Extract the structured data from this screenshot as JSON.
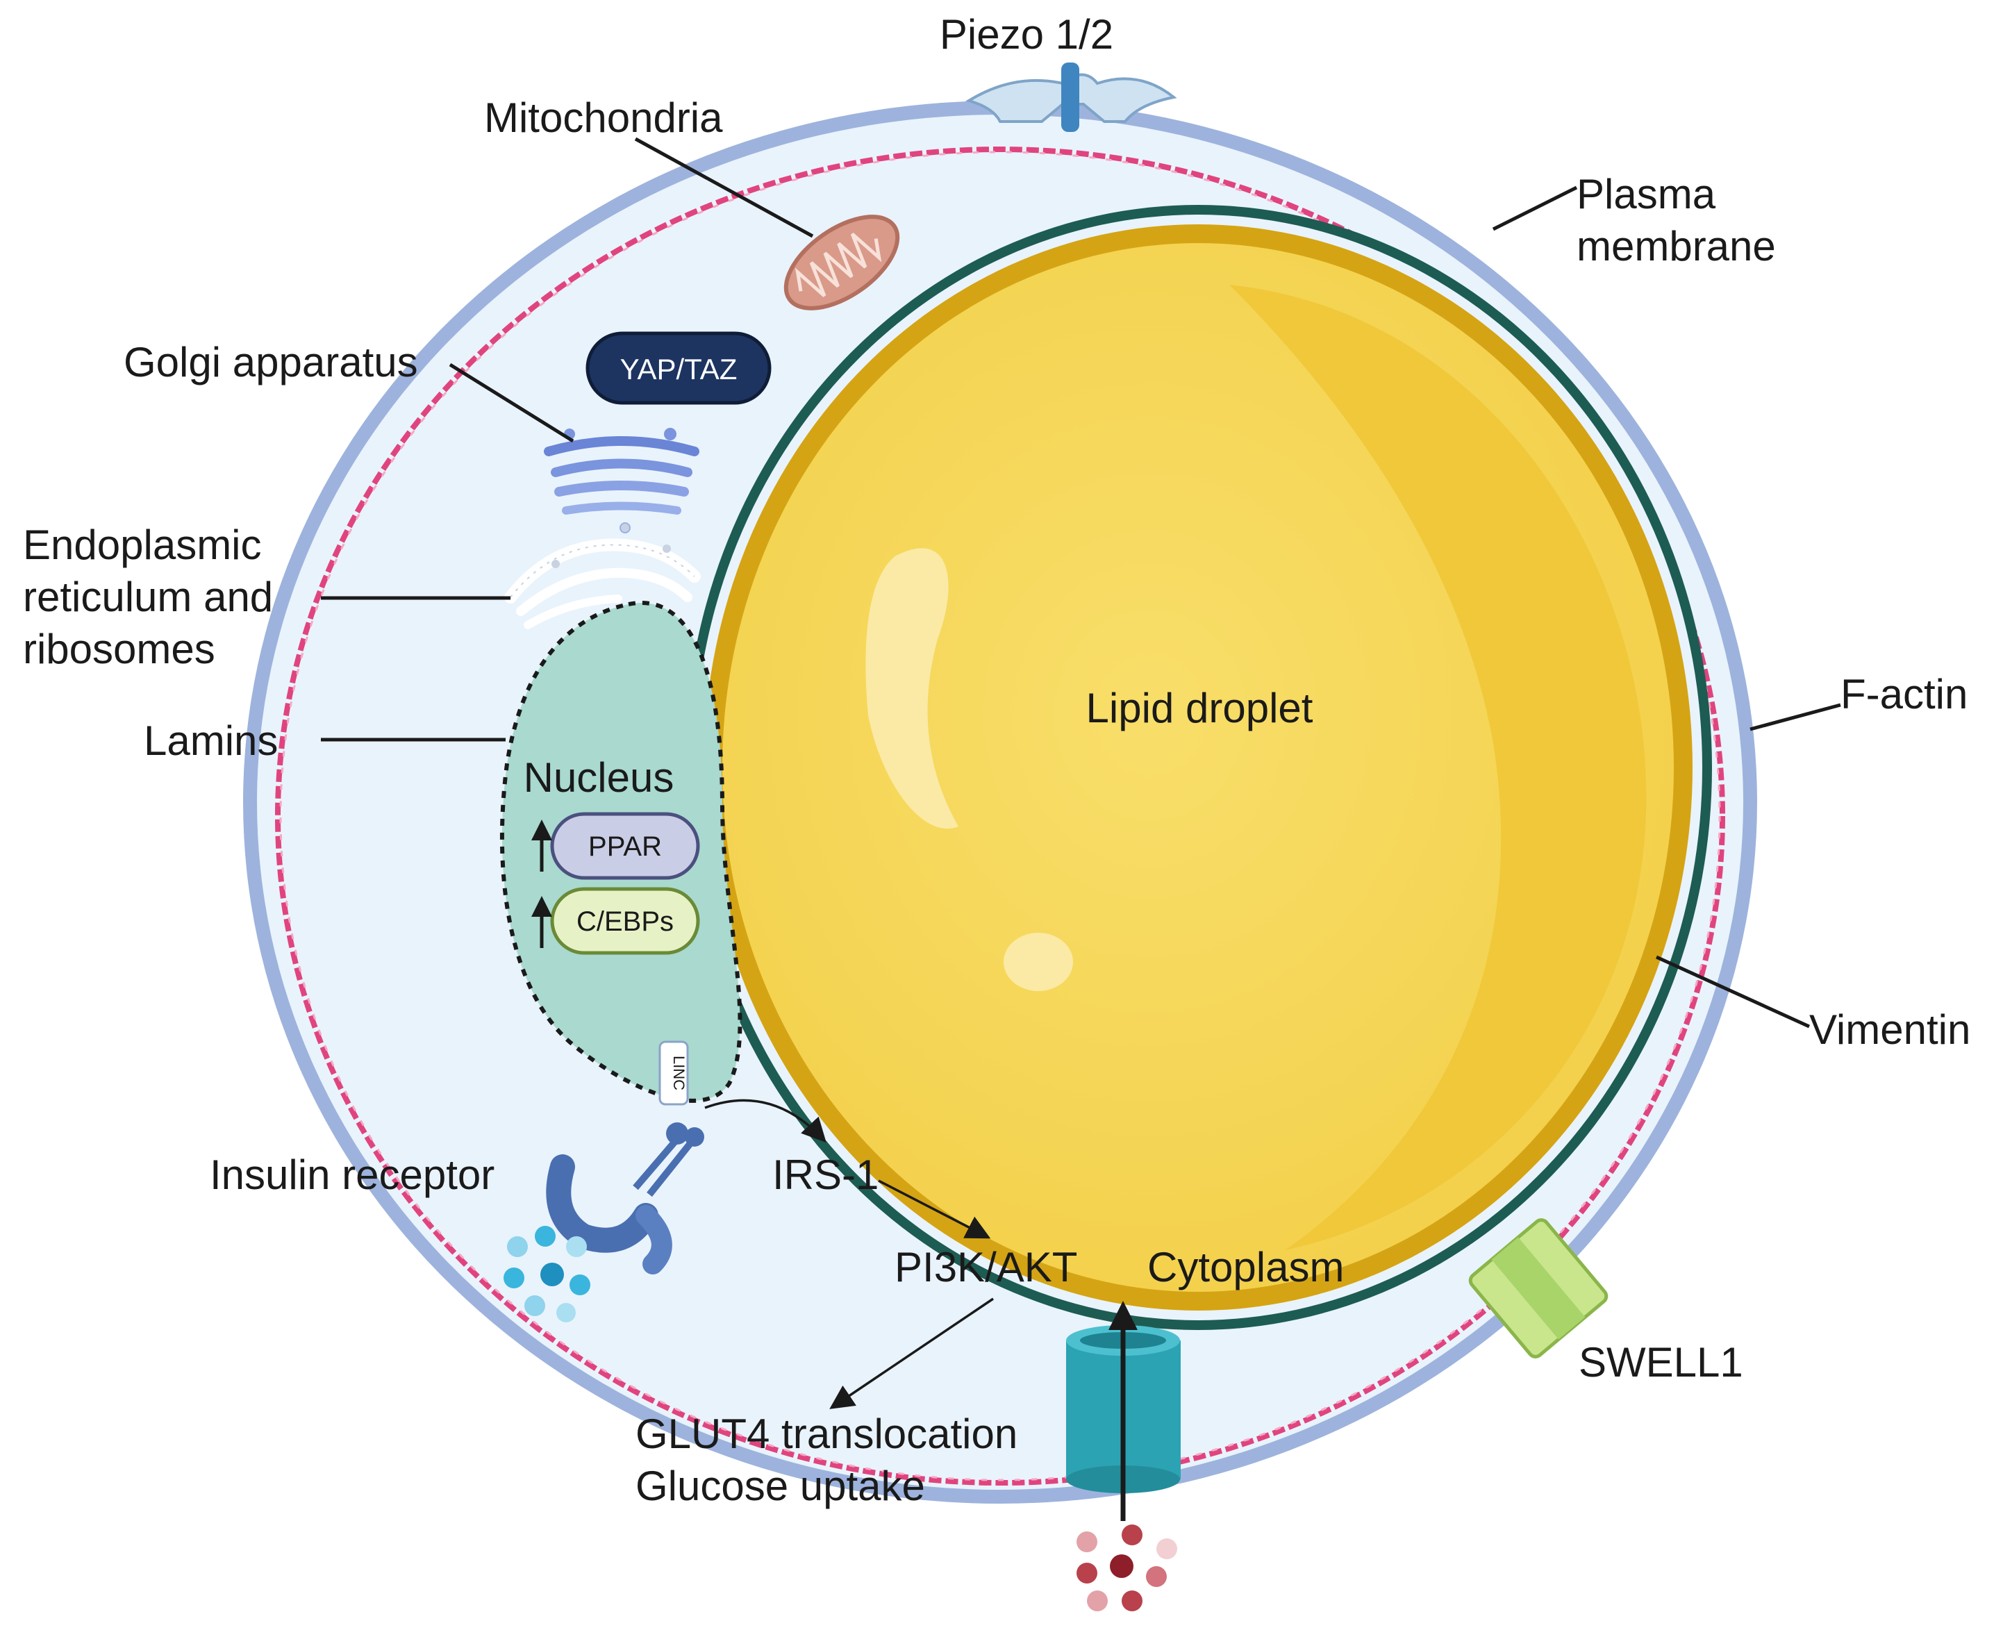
{
  "labels": {
    "piezo": "Piezo 1/2",
    "mitochondria": "Mitochondria",
    "plasma_membrane_1": "Plasma",
    "plasma_membrane_2": "membrane",
    "golgi": "Golgi apparatus",
    "er_1": "Endoplasmic",
    "er_2": "reticulum and",
    "er_3": "ribosomes",
    "lamins": "Lamins",
    "f_actin": "F-actin",
    "vimentin": "Vimentin",
    "insulin_receptor": "Insulin receptor",
    "swell1": "SWELL1",
    "lipid_droplet": "Lipid droplet",
    "nucleus": "Nucleus",
    "cytoplasm": "Cytoplasm",
    "irs1": "IRS-1",
    "pi3k_akt": "PI3K/AKT",
    "glut4_1": "GLUT4 translocation",
    "glut4_2": "Glucose uptake",
    "yap_taz": "YAP/TAZ",
    "ppar": "PPAR",
    "cebps": "C/EBPs",
    "linc": "LINC"
  },
  "colors": {
    "plasma_membrane": "#9db3dd",
    "cytoplasm": "#e9f3fc",
    "f_actin": "#e0447e",
    "vimentin": "#1d5c52",
    "droplet_rim": "#d5a414",
    "droplet_fill": "#f6d85c",
    "droplet_shadow": "#f0c83a",
    "nucleus": "#a9d9cf",
    "yap_taz": "#1d3461",
    "ppar": "#c9cde6",
    "cebps": "#e6f2c6",
    "glut_channel": "#2ba3b2",
    "swell1": "#a8d46a",
    "insulin_receptor": "#4a6fb0",
    "insulin_dots": "#3ab5dd",
    "glucose_dots": "#b8414c"
  }
}
